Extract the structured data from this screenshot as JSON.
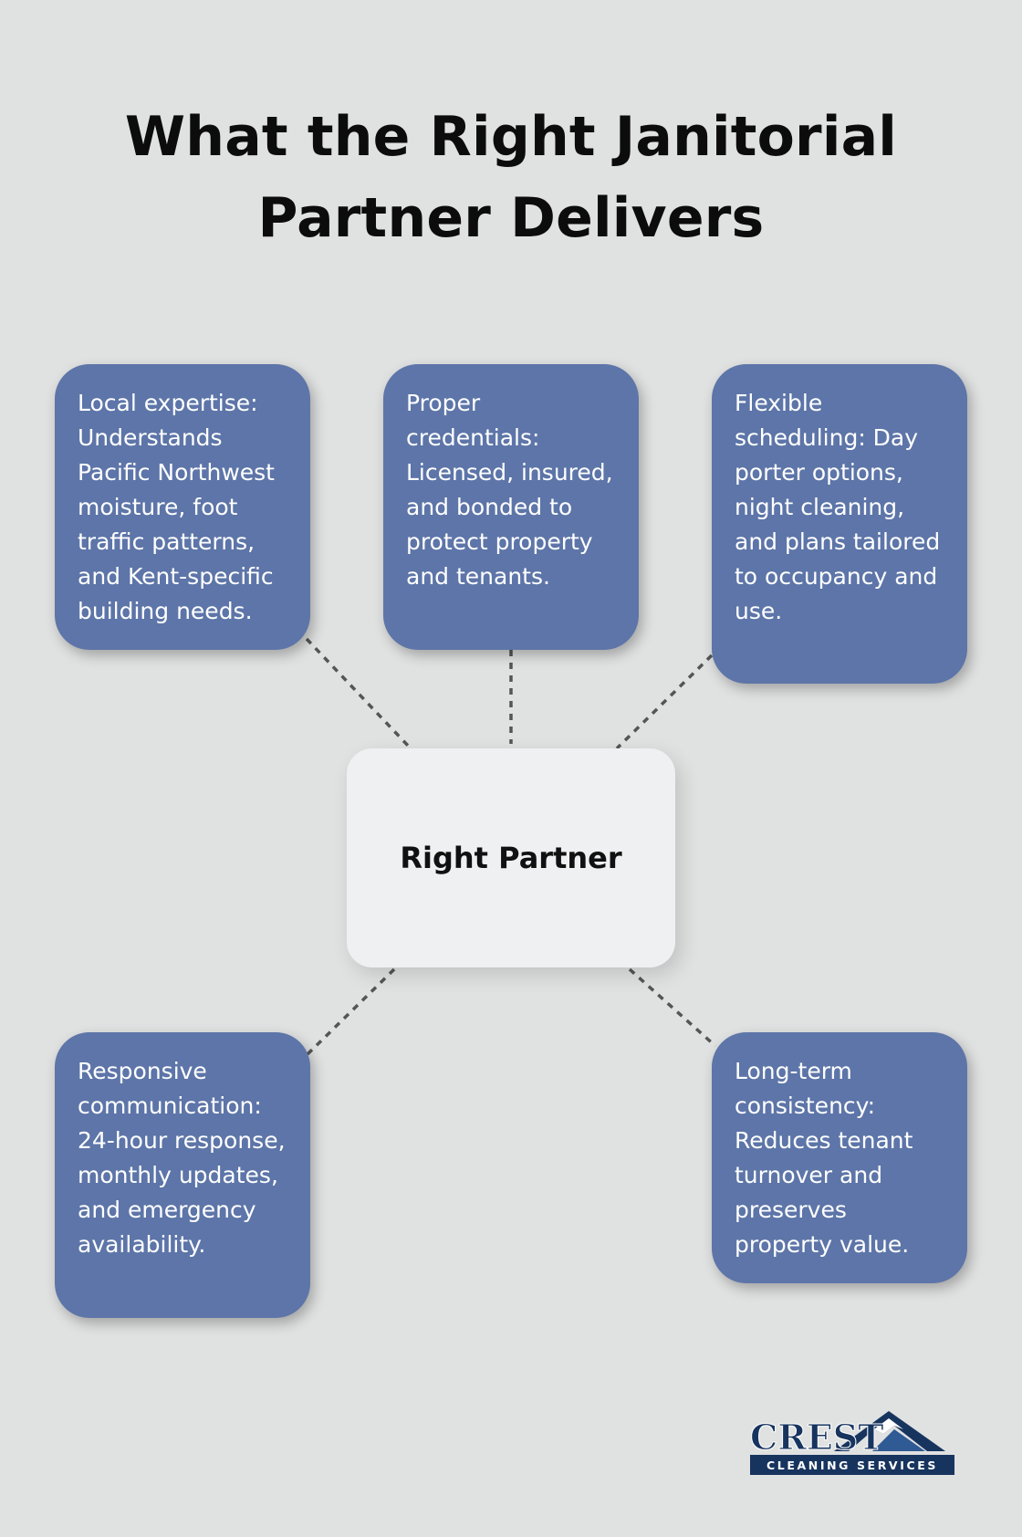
{
  "title": {
    "line1": "What the Right Janitorial",
    "line2": "Partner Delivers"
  },
  "center": {
    "label": "Right Partner"
  },
  "nodes": [
    {
      "text": "Local expertise: Understands Pacific Northwest moisture, foot traffic patterns, and Kent-specific building needs."
    },
    {
      "text": "Proper credentials: Licensed, insured, and bonded to protect property and tenants."
    },
    {
      "text": "Flexible scheduling: Day porter options, night cleaning, and plans tailored to occupancy and use."
    },
    {
      "text": "Responsive communication: 24-hour response, monthly updates, and emergency availability."
    },
    {
      "text": "Long-term consistency: Reduces tenant turnover and preserves property value."
    }
  ],
  "logo": {
    "wordmark": "CREST",
    "tagline": "CLEANING SERVICES"
  },
  "colors": {
    "background": "#e0e1e1",
    "node_fill": "#5d75a8",
    "center_fill": "#eff0f2",
    "connector": "#555555",
    "logo_navy": "#17345f"
  }
}
